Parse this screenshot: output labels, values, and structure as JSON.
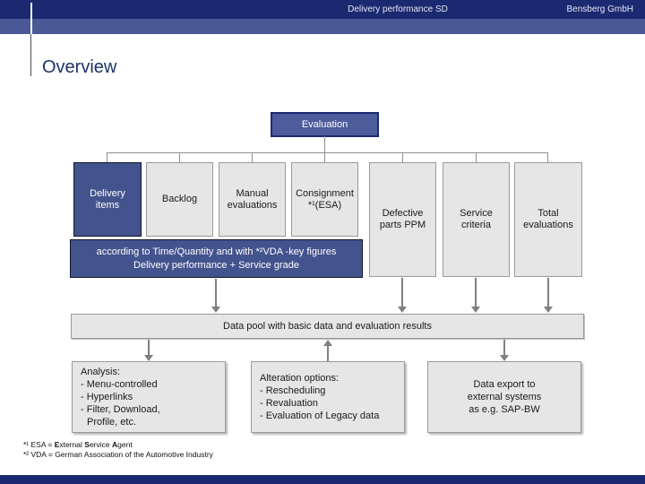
{
  "colors": {
    "navy": "#1b2a70",
    "slate": "#4a5896",
    "box_blue": "#43538d",
    "box_gray": "#e6e6e6",
    "arrow_gray": "#808080"
  },
  "header": {
    "doc_title": "Delivery performance SD",
    "company": "Bensberg GmbH"
  },
  "page": {
    "title": "Overview"
  },
  "tree": {
    "root": "Evaluation",
    "boxes": [
      {
        "line1": "Delivery",
        "line2": "items"
      },
      {
        "line1": "Backlog"
      },
      {
        "line1": "Manual",
        "line2": "evaluations"
      },
      {
        "line1": "Consignment",
        "line2": "*¹(ESA)"
      },
      {
        "line1": "Defective",
        "line2": "parts PPM"
      },
      {
        "line1": "Service",
        "line2": "criteria"
      },
      {
        "line1": "Total",
        "line2": "evaluations"
      }
    ]
  },
  "key_figures_box": {
    "line1": "according to Time/Quantity and with *²VDA -key figures",
    "line2": "Delivery performance + Service grade"
  },
  "data_pool": {
    "label": "Data pool with basic data and evaluation results"
  },
  "bottom_boxes": {
    "analysis": {
      "l1": "Analysis:",
      "l2": "- Menu-controlled",
      "l3": "- Hyperlinks",
      "l4": "- Filter, Download,",
      "l5": "Profile, etc."
    },
    "alteration": {
      "l1": "Alteration options:",
      "l2": "- Rescheduling",
      "l3": "- Revaluation",
      "l4": "- Evaluation of Legacy data"
    },
    "export": {
      "l1": "Data export to",
      "l2": "external systems",
      "l3": "as e.g. SAP-BW"
    }
  },
  "footnotes": {
    "f1": {
      "pre": "*¹ ESA = ",
      "b1": "E",
      "t1": "xternal ",
      "b2": "S",
      "t2": "ervice ",
      "b3": "A",
      "t3": "gent"
    },
    "f2": "*² VDA = German Association of the Automotive Industry"
  }
}
